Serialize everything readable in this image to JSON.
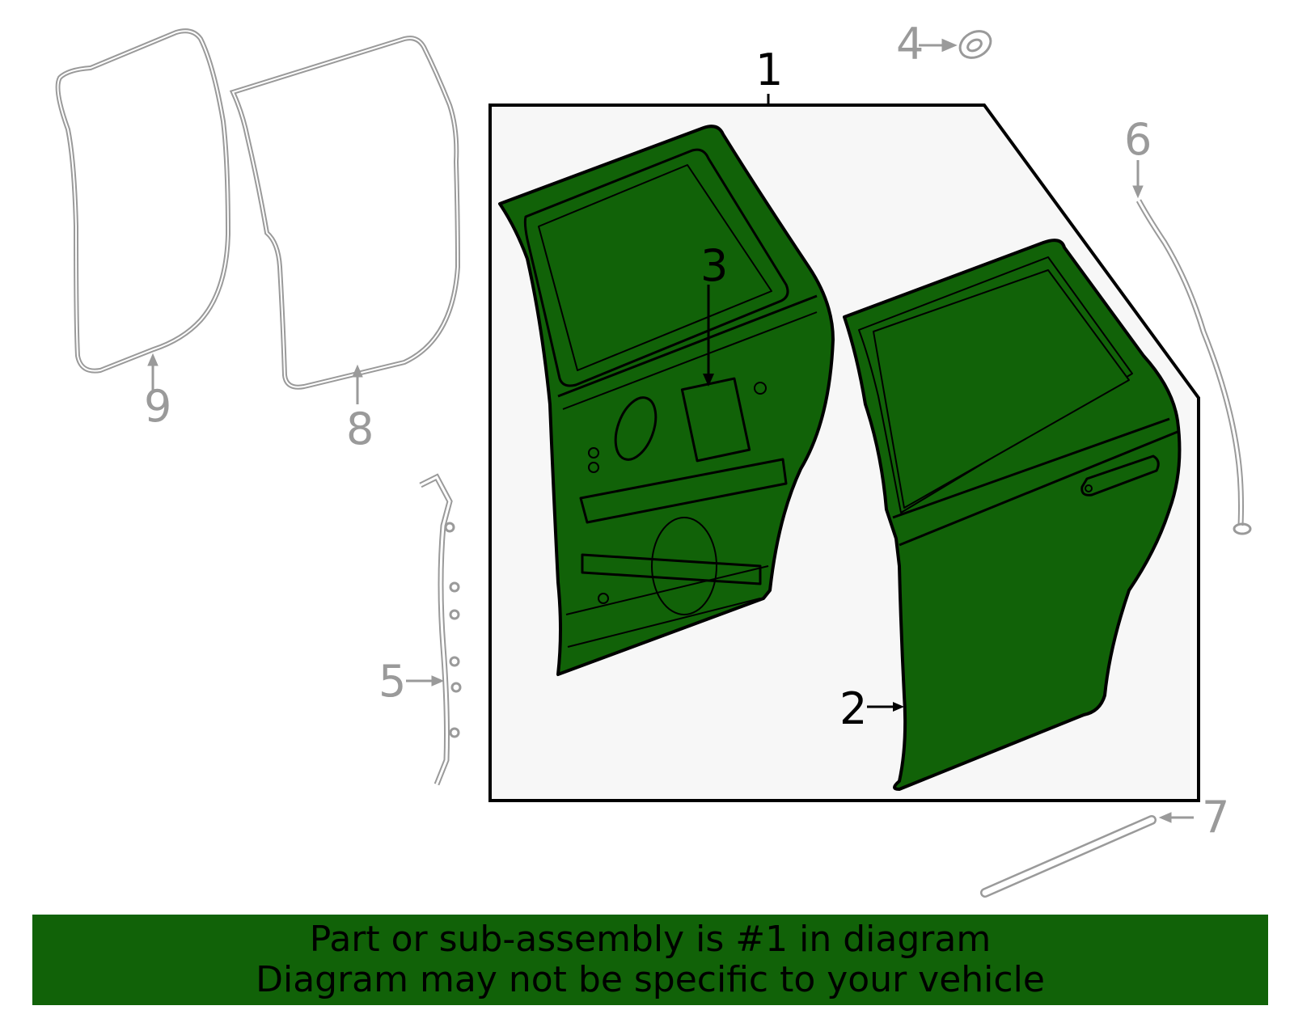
{
  "diagram": {
    "colors": {
      "highlight_fill": "#116208",
      "outline": "#000000",
      "aux_parts": "#9a9a9a",
      "assembly_box_fill": "#f7f7f7",
      "banner_bg": "#116208",
      "banner_text": "#000000"
    },
    "callouts": [
      {
        "id": "1",
        "label": "1",
        "part": "door-assembly",
        "highlighted": true
      },
      {
        "id": "2",
        "label": "2",
        "part": "outer-door-panel",
        "highlighted": true
      },
      {
        "id": "3",
        "label": "3",
        "part": "access-hole-cover",
        "highlighted": true
      },
      {
        "id": "4",
        "label": "4",
        "part": "plug",
        "highlighted": false
      },
      {
        "id": "5",
        "label": "5",
        "part": "front-weatherstrip",
        "highlighted": false
      },
      {
        "id": "6",
        "label": "6",
        "part": "rear-weatherstrip",
        "highlighted": false
      },
      {
        "id": "7",
        "label": "7",
        "part": "lower-seal",
        "highlighted": false
      },
      {
        "id": "8",
        "label": "8",
        "part": "door-weatherstrip",
        "highlighted": false
      },
      {
        "id": "9",
        "label": "9",
        "part": "body-weatherstrip",
        "highlighted": false
      }
    ]
  },
  "banner": {
    "line1": "Part or sub-assembly is #1 in diagram",
    "line2": "Diagram may not be specific to your vehicle"
  }
}
